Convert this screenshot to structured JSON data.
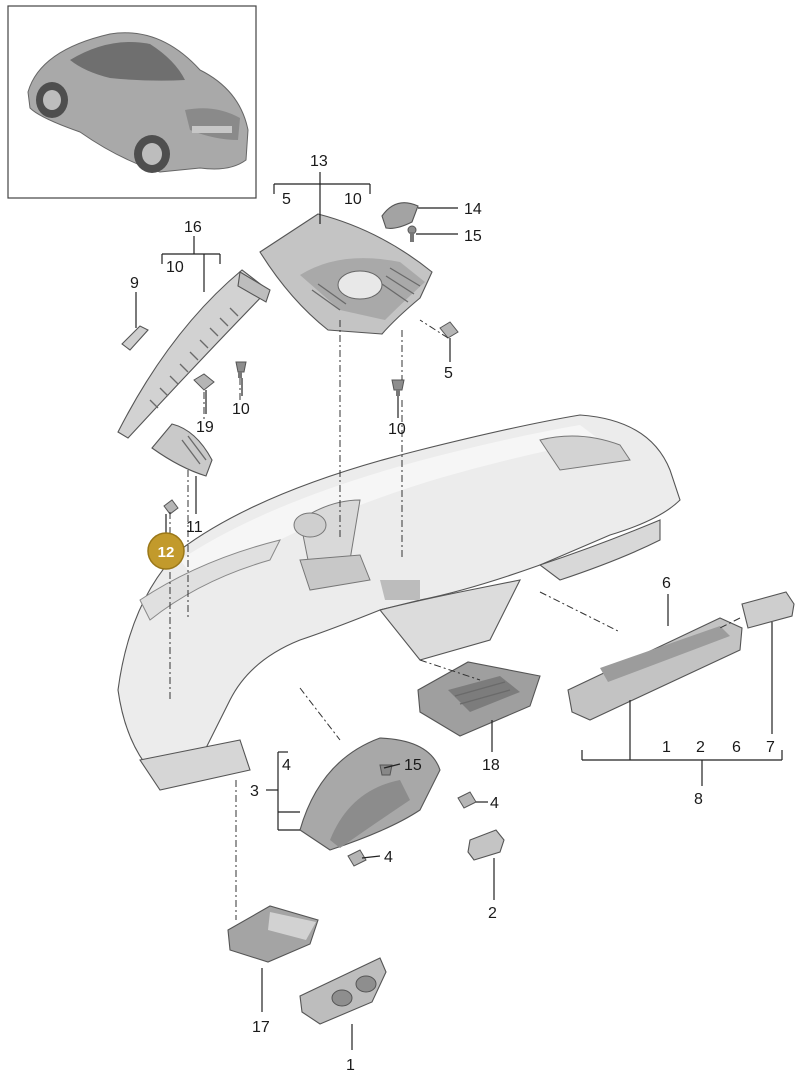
{
  "colors": {
    "highlight_fill": "#c29a2c",
    "highlight_stroke": "#9a7718",
    "part_fill": "#e6e6e6",
    "part_dark": "#9a9a9a",
    "line": "#222222"
  },
  "highlighted_callout": "12",
  "callouts": {
    "c1": "1",
    "c2": "2",
    "c3": "3",
    "c4a": "4",
    "c4b": "4",
    "c4c": "4",
    "c5a": "5",
    "c5b": "5",
    "c6": "6",
    "c7": "7",
    "c8": "8",
    "c9": "9",
    "c10a": "10",
    "c10b": "10",
    "c10c": "10",
    "c10d": "10",
    "c11": "11",
    "c12": "12",
    "c13": "13",
    "c14": "14",
    "c15a": "15",
    "c15b": "15",
    "c16": "16",
    "c17": "17",
    "c18": "18",
    "c19": "19",
    "g1": "1",
    "g2": "2",
    "g6": "6",
    "g7": "7"
  }
}
